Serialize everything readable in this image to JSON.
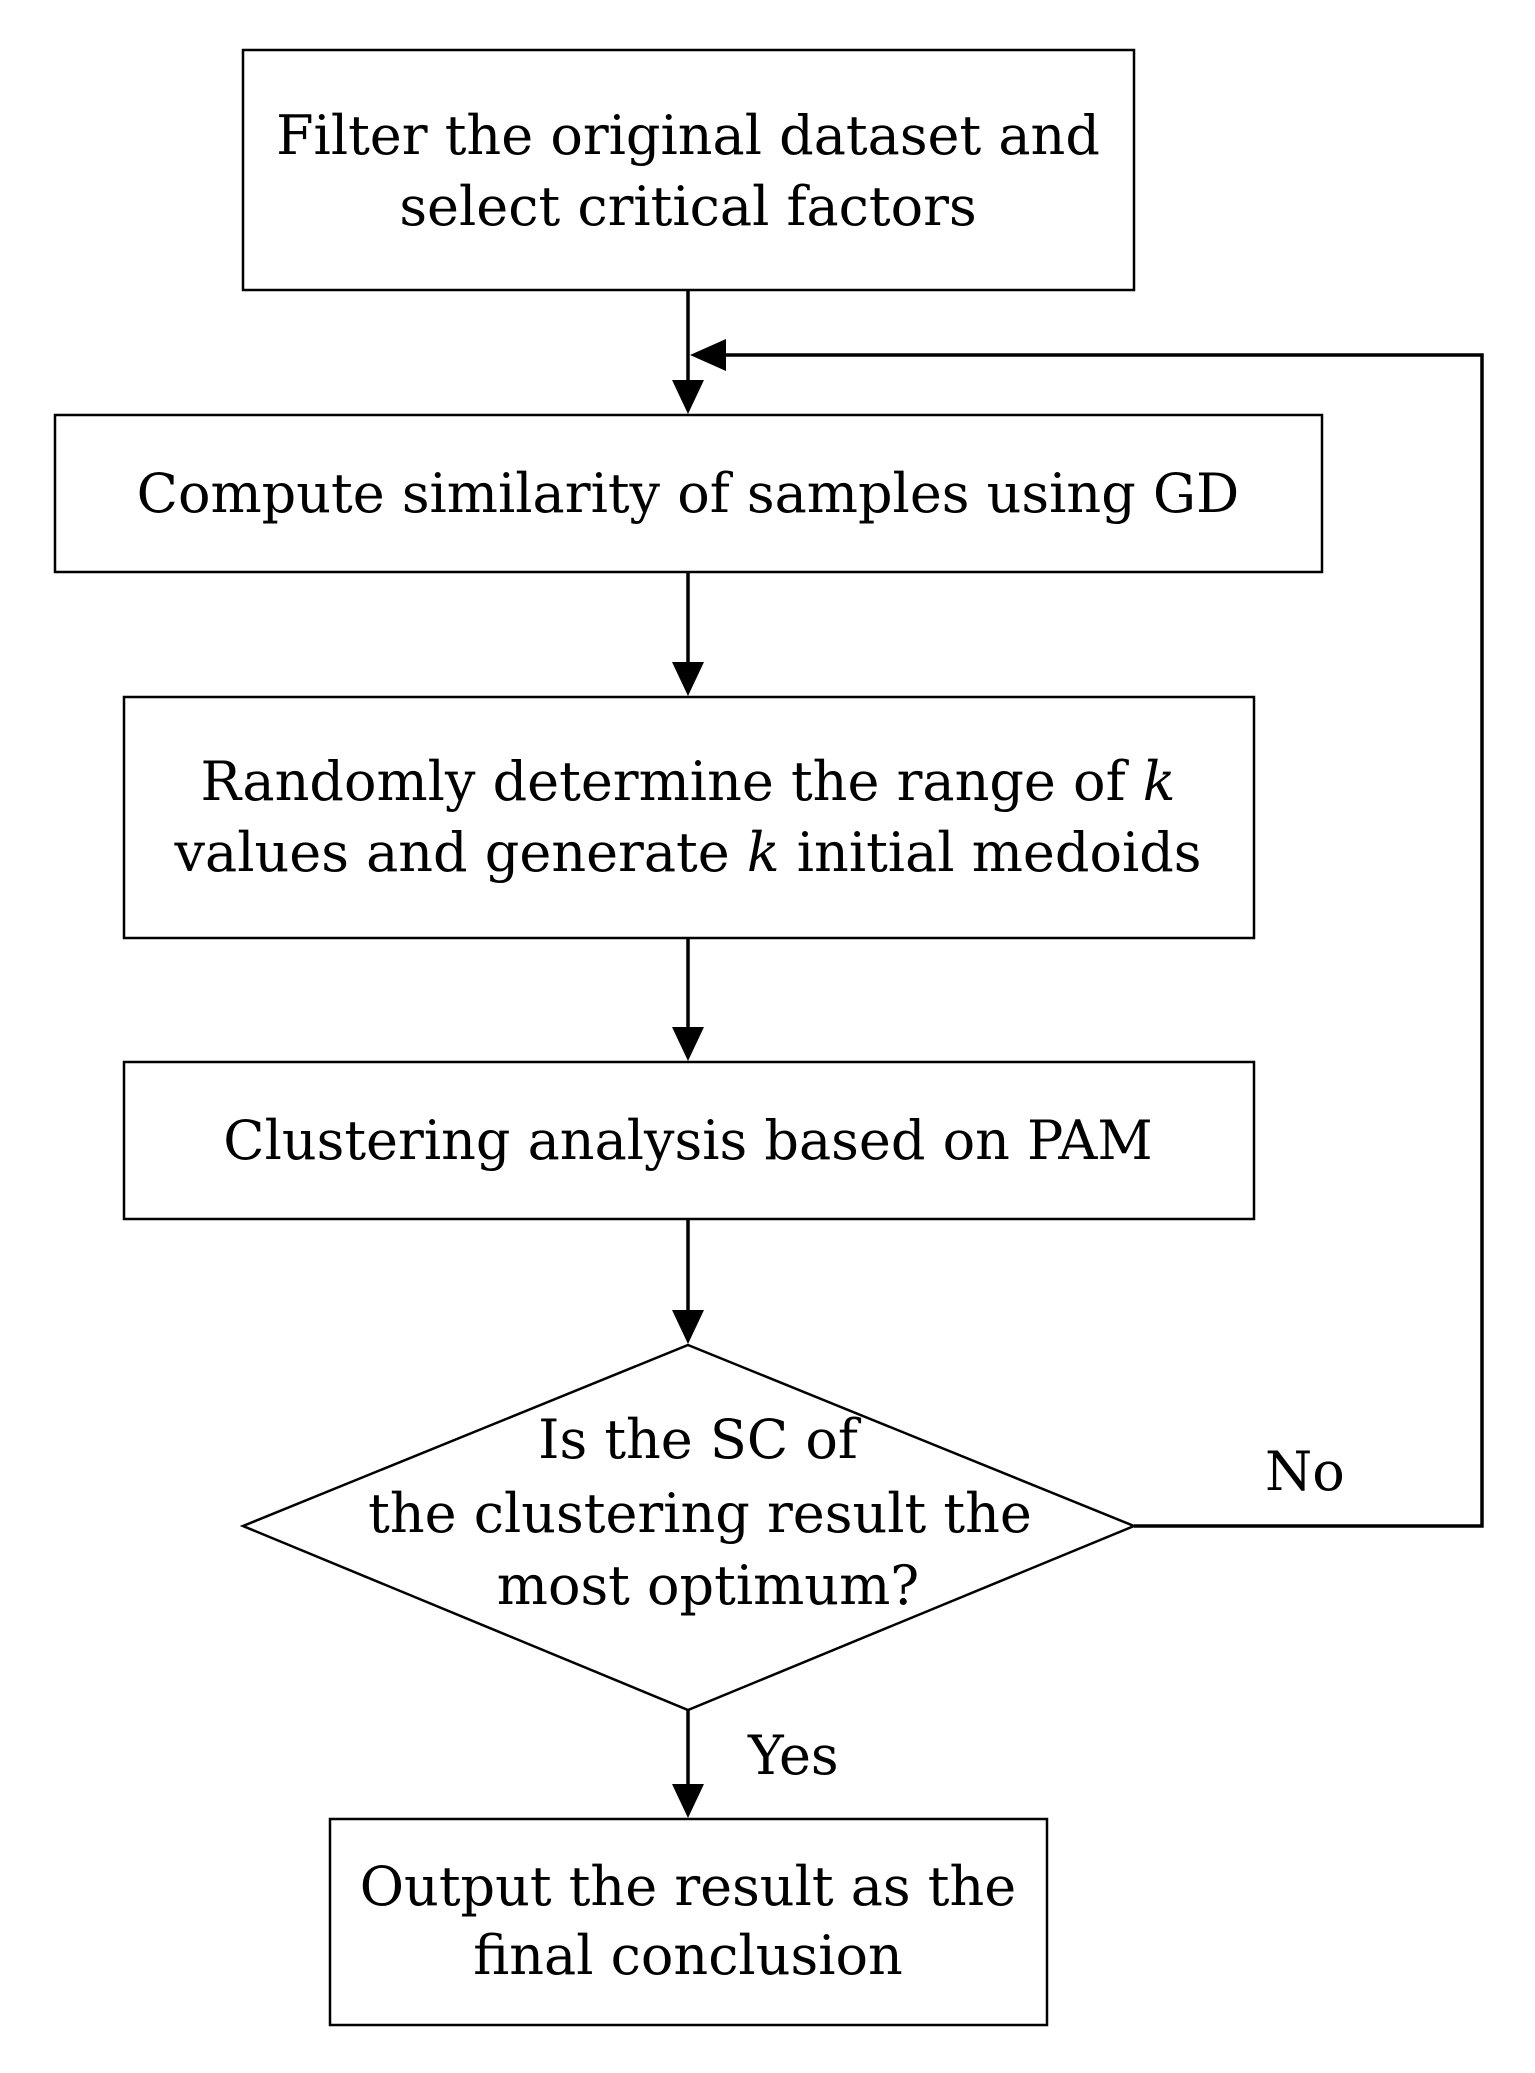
{
  "nodes": {
    "filter": {
      "line1": "Filter the original dataset and",
      "line2": "select critical factors"
    },
    "similarity": {
      "line1": "Compute similarity of samples using GD"
    },
    "medoids": {
      "line1_pre": "Randomly determine the range of ",
      "line1_var": "k",
      "line2_pre": "values and generate ",
      "line2_var": "k",
      "line2_post": " initial medoids"
    },
    "clustering": {
      "line1": "Clustering analysis based on PAM"
    },
    "decision": {
      "line1": "Is the SC of",
      "line2": "the clustering result the",
      "line3": "most optimum?"
    },
    "output": {
      "line1": "Output the result as the",
      "line2": "final conclusion"
    }
  },
  "edges": {
    "no_label": "No",
    "yes_label": "Yes"
  }
}
